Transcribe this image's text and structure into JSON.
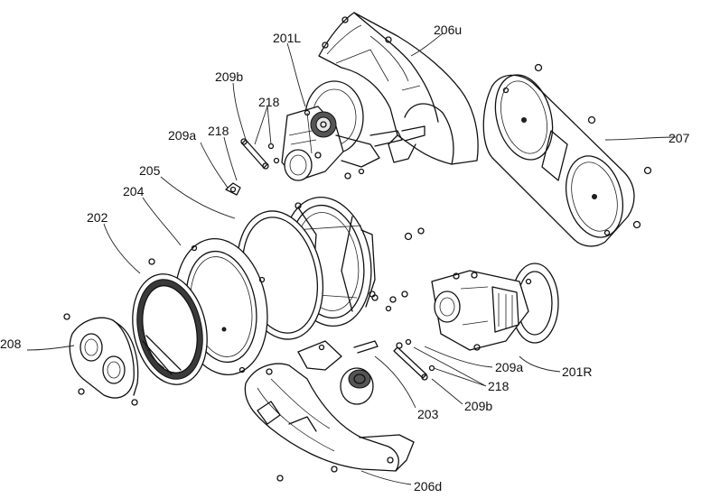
{
  "labels": {
    "l206u": "206u",
    "l201L": "201L",
    "l207": "207",
    "l209b_top": "209b",
    "l218_top_right": "218",
    "l209a_top": "209a",
    "l218_top_left": "218",
    "l205": "205",
    "l204": "204",
    "l202": "202",
    "l208": "208",
    "l209a_bottom": "209a",
    "l201R": "201R",
    "l218_bottom": "218",
    "l203": "203",
    "l209b_bottom": "209b",
    "l206d": "206d"
  }
}
